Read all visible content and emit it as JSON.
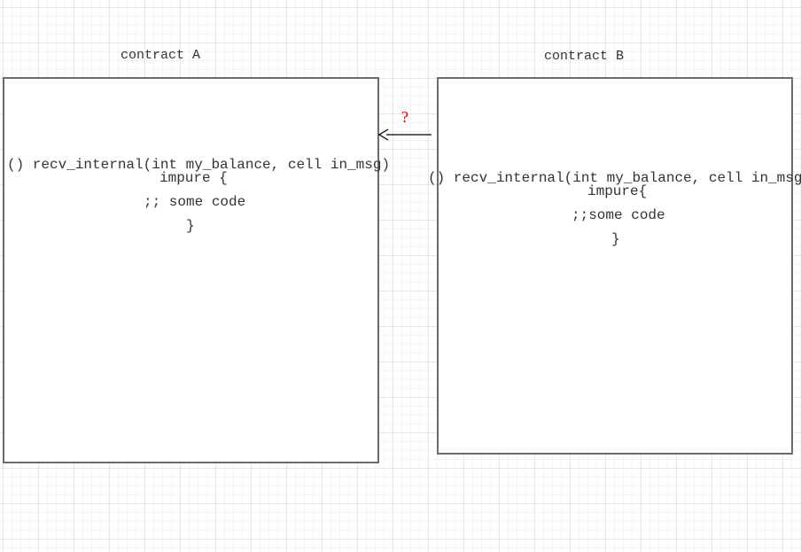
{
  "colors": {
    "box_border": "#6b6b6b",
    "text": "#333333",
    "question": "#cc0000",
    "arrow": "#000000",
    "grid": "#e6e6e6"
  },
  "contract_a": {
    "title": "contract A",
    "signature": "() recv_internal(int my_balance, cell in_msg)",
    "impure": "impure {",
    "comment": ";; some code",
    "close": "}"
  },
  "contract_b": {
    "title": "contract B",
    "signature": "() recv_internal(int my_balance, cell in_msg)",
    "impure": "impure{",
    "comment": ";;some code",
    "close": "}"
  },
  "connector": {
    "label": "?",
    "direction": "B-to-A"
  }
}
